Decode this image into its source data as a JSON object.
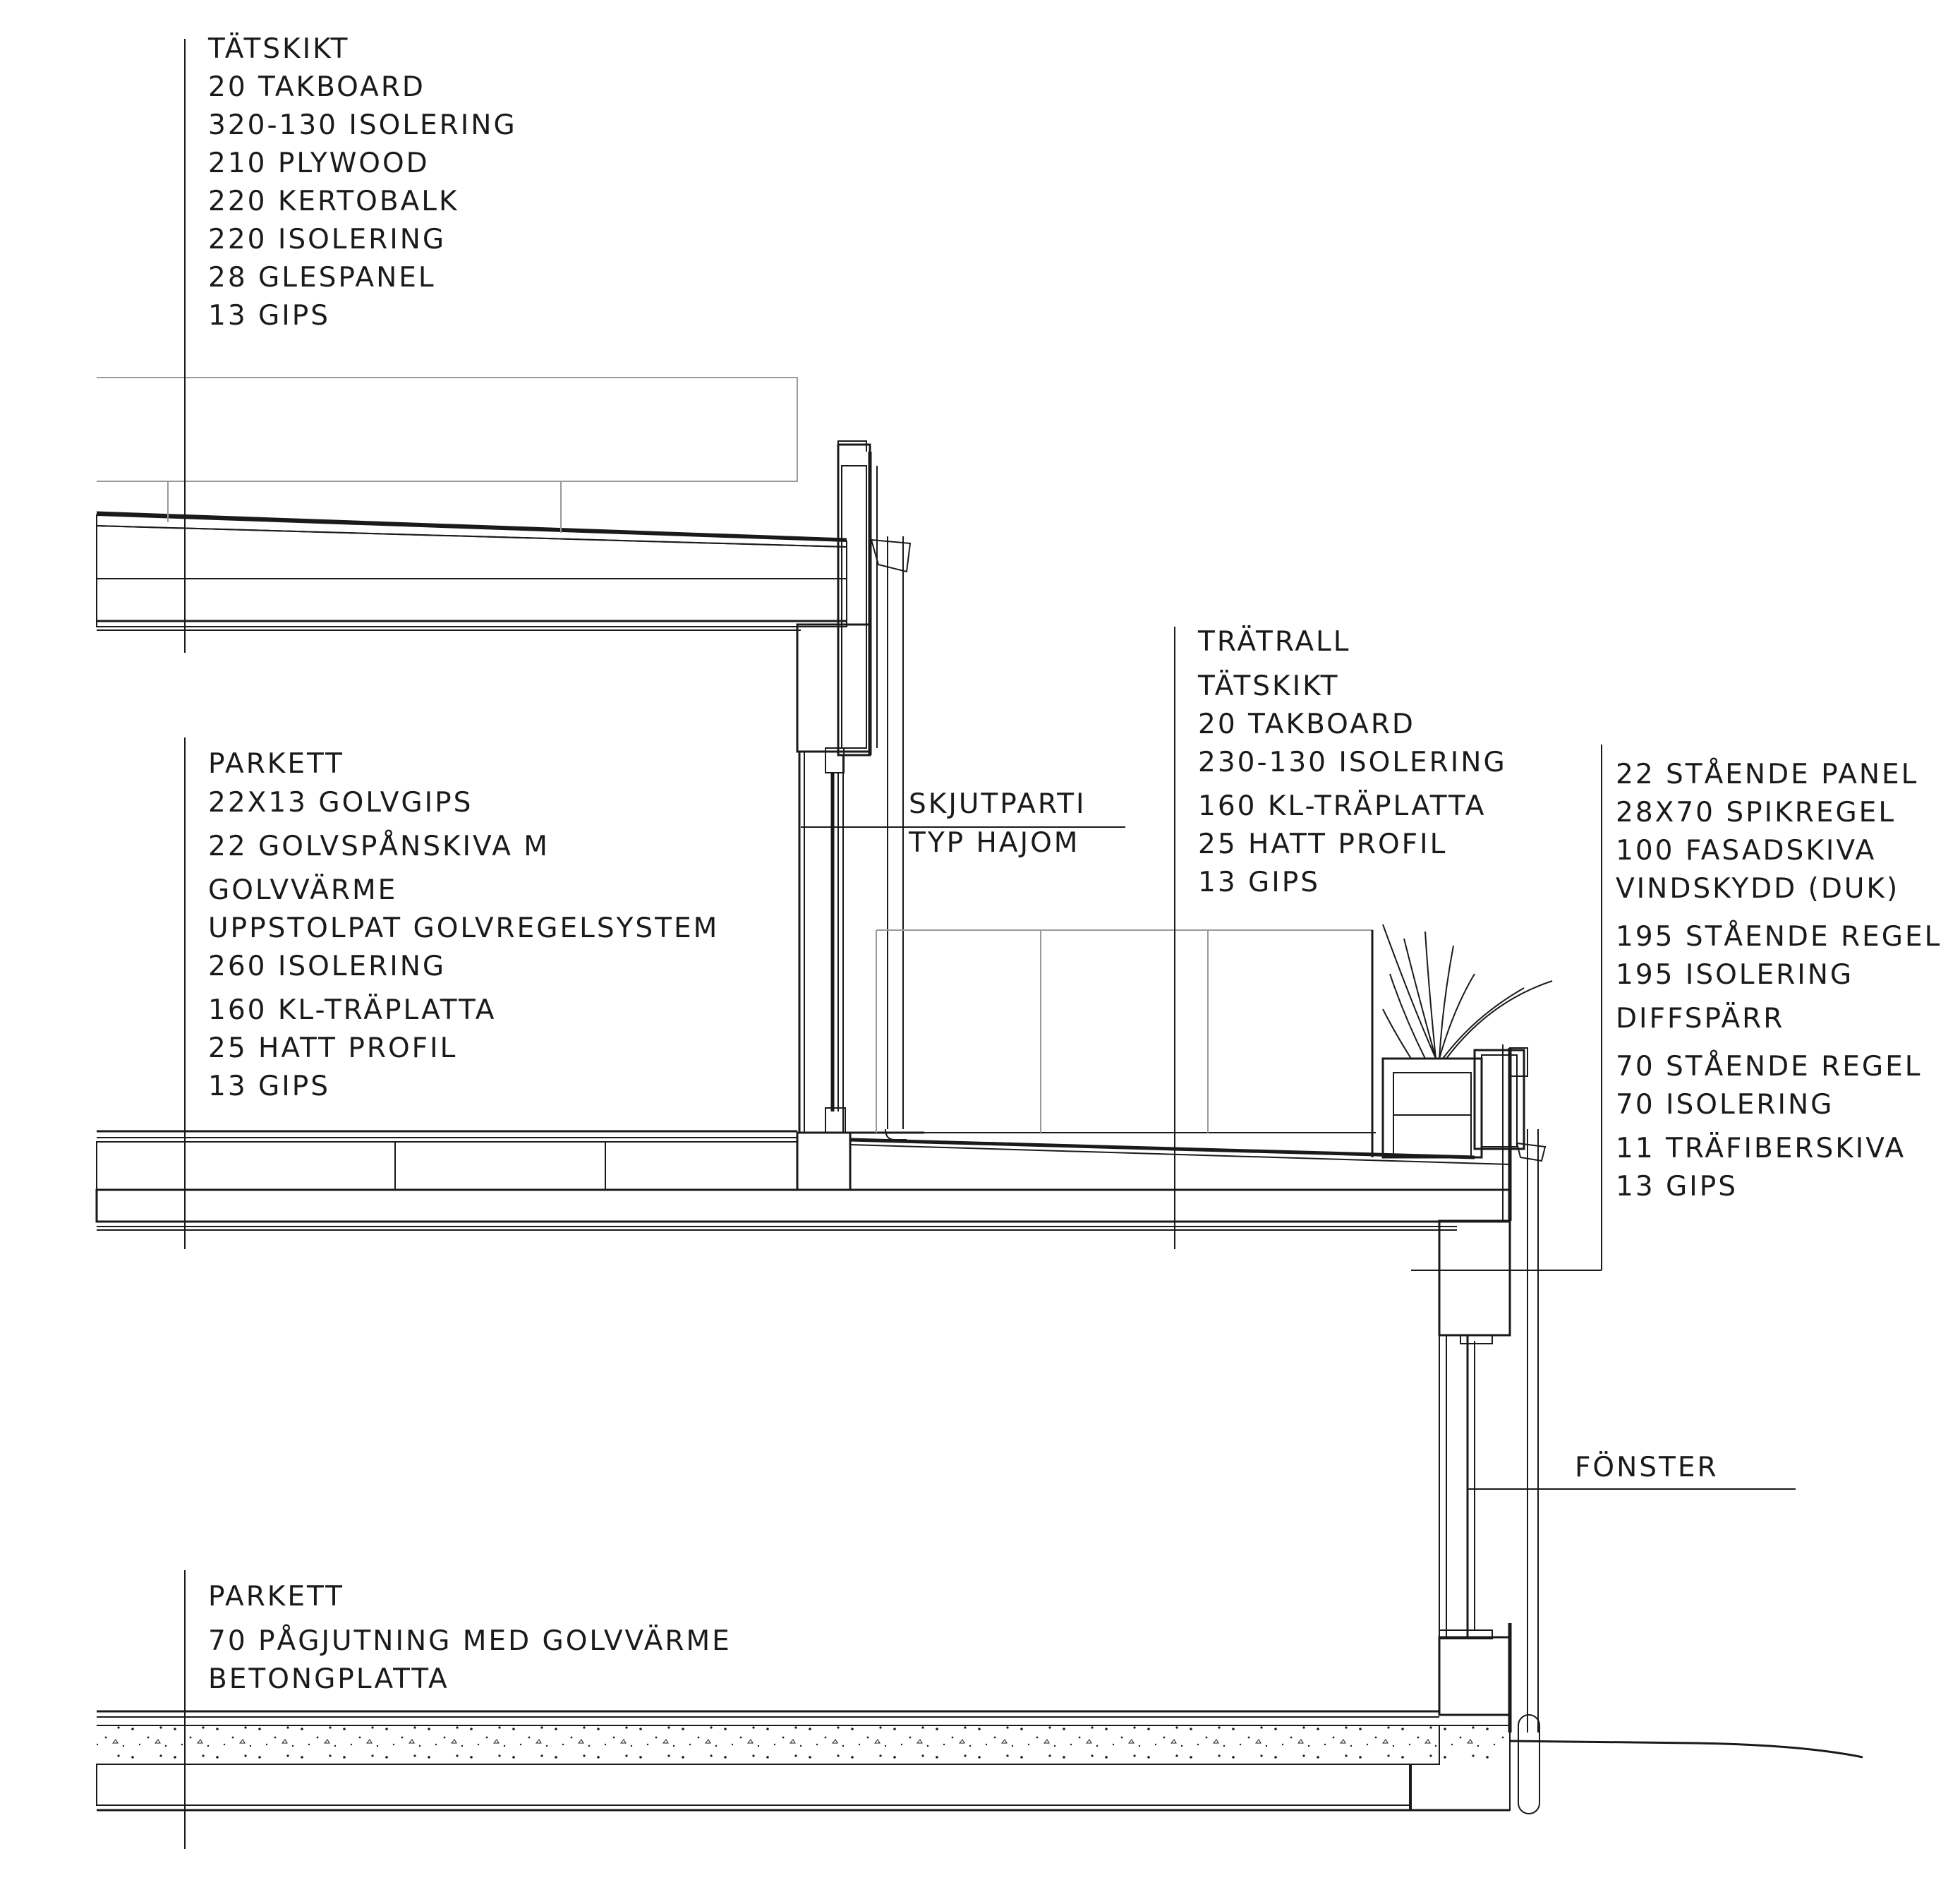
{
  "notes": {
    "roof": [
      "TÄTSKIKT",
      "20 TAKBOARD",
      "320-130 ISOLERING",
      "210 PLYWOOD",
      "220 KERTOBALK",
      "220 ISOLERING",
      "28 GLESPANEL",
      "13 GIPS"
    ],
    "mid_floor": [
      "PARKETT",
      "22X13 GOLVGIPS",
      "22 GOLVSPÅNSKIVA M",
      "GOLVVÄRME",
      "UPPSTOLPAT GOLVREGELSYSTEM",
      "260 ISOLERING",
      "160 KL-TRÄPLATTA",
      "25 HATT PROFIL",
      "13 GIPS"
    ],
    "terrace": [
      "TRÄTRALL",
      "TÄTSKIKT",
      "20 TAKBOARD",
      "230-130 ISOLERING",
      "160 KL-TRÄPLATTA",
      "25 HATT PROFIL",
      "13 GIPS"
    ],
    "wall": [
      "22 STÅENDE PANEL",
      "28X70 SPIKREGEL",
      "100 FASADSKIVA",
      "VINDSKYDD (DUK)",
      "195 STÅENDE REGEL",
      "195 ISOLERING",
      "DIFFSPÄRR",
      "70 STÅENDE REGEL",
      "70 ISOLERING",
      "11 TRÄFIBERSKIVA",
      "13 GIPS"
    ],
    "slab": [
      "PARKETT",
      "70 PÅGJUTNING MED GOLVVÄRME",
      "BETONGPLATTA"
    ],
    "sliding_door": [
      "SKJUTPARTI",
      "TYP HAJOM"
    ],
    "window": [
      "FÖNSTER"
    ]
  },
  "colors": {
    "ink": "#1a1a1a",
    "light": "#9a9a9a",
    "background": "#ffffff"
  }
}
